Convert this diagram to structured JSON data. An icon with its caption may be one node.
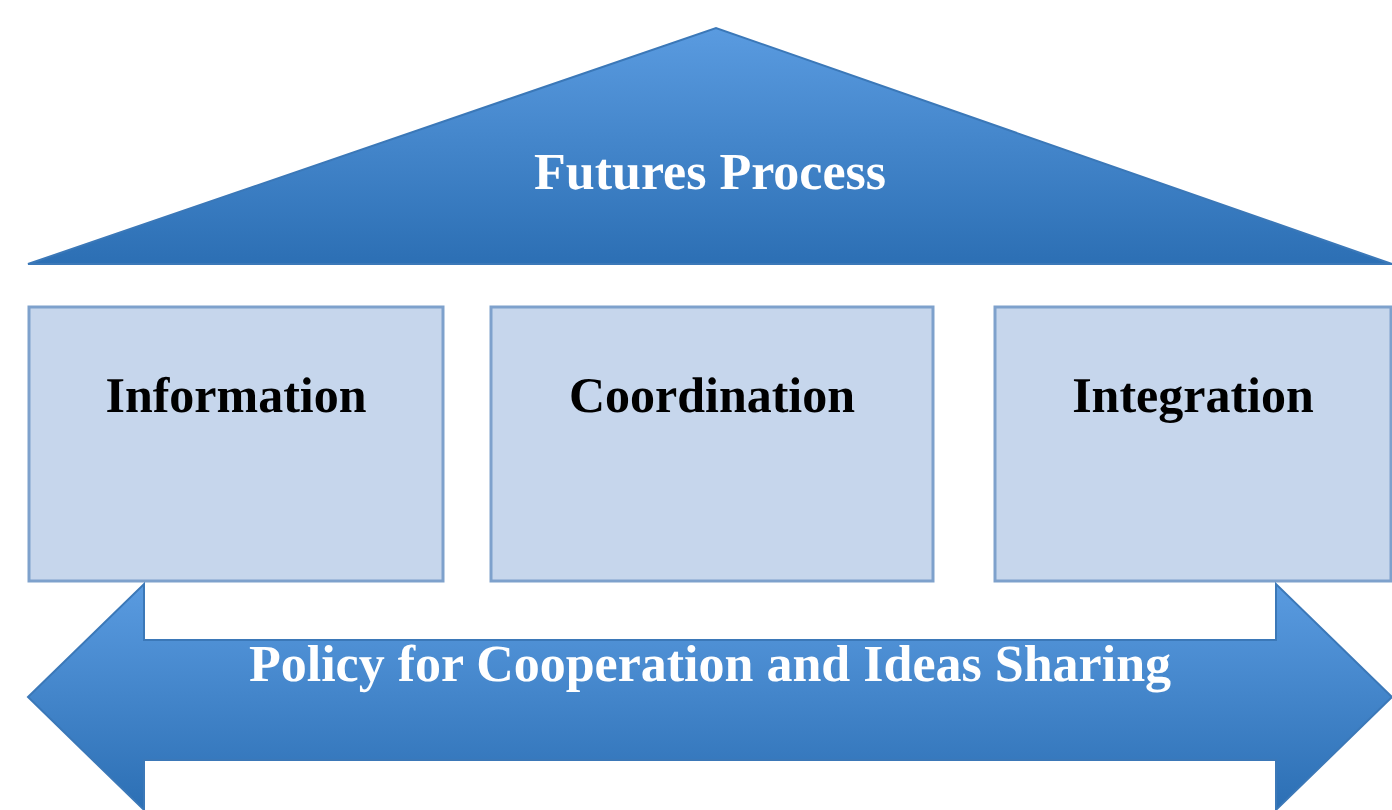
{
  "diagram": {
    "nodes": [
      {
        "text": [
          "Futures Process"
        ]
      },
      {
        "text": [
          "Information"
        ]
      },
      {
        "text": [
          "Coordination"
        ]
      },
      {
        "text": [
          "Integration"
        ]
      },
      {
        "text": [
          "Policy for Cooperation and Ideas Sharing"
        ]
      }
    ]
  }
}
